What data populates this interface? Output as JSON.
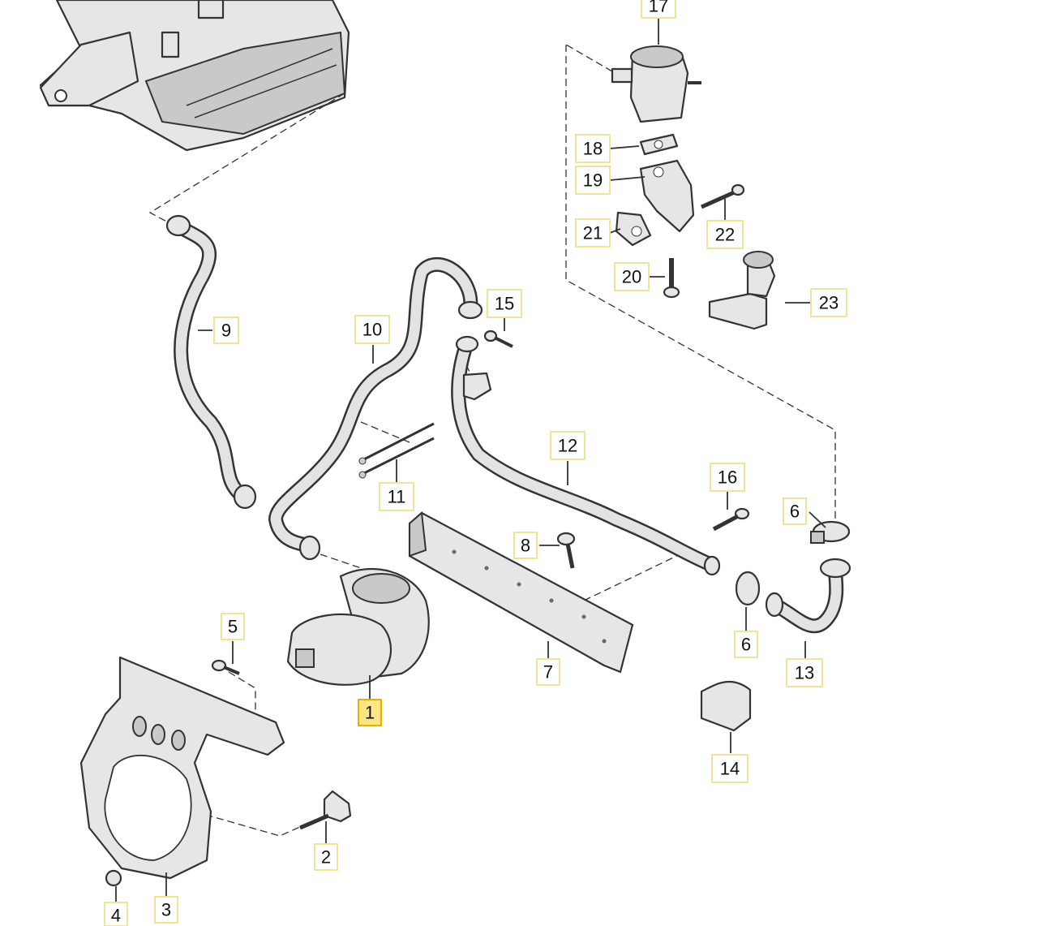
{
  "callouts": [
    {
      "id": "c1",
      "label": "1",
      "highlighted": true
    },
    {
      "id": "c2",
      "label": "2"
    },
    {
      "id": "c3",
      "label": "3"
    },
    {
      "id": "c4",
      "label": "4"
    },
    {
      "id": "c5",
      "label": "5"
    },
    {
      "id": "c6a",
      "label": "6"
    },
    {
      "id": "c6b",
      "label": "6"
    },
    {
      "id": "c7",
      "label": "7"
    },
    {
      "id": "c8",
      "label": "8"
    },
    {
      "id": "c9",
      "label": "9"
    },
    {
      "id": "c10",
      "label": "10"
    },
    {
      "id": "c11",
      "label": "11"
    },
    {
      "id": "c12",
      "label": "12"
    },
    {
      "id": "c13",
      "label": "13"
    },
    {
      "id": "c14",
      "label": "14"
    },
    {
      "id": "c15",
      "label": "15"
    },
    {
      "id": "c16",
      "label": "16"
    },
    {
      "id": "c17",
      "label": "17"
    },
    {
      "id": "c18",
      "label": "18"
    },
    {
      "id": "c19",
      "label": "19"
    },
    {
      "id": "c20",
      "label": "20"
    },
    {
      "id": "c21",
      "label": "21"
    },
    {
      "id": "c22",
      "label": "22"
    },
    {
      "id": "c23",
      "label": "23"
    }
  ],
  "colors": {
    "highlight_fill": "#ffe680",
    "callout_border": "#f2e39c",
    "part_fill": "#e6e6e6",
    "line": "#333333"
  }
}
